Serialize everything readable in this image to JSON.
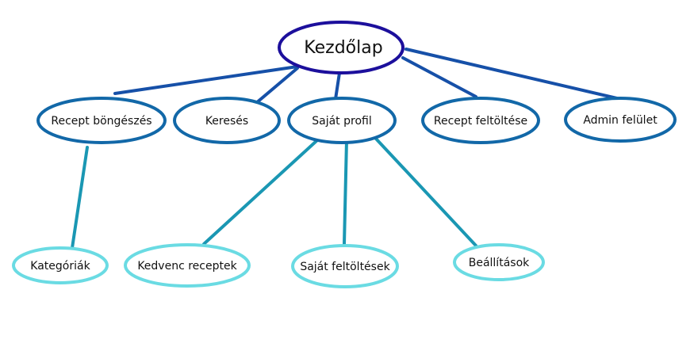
{
  "root": {
    "label": "Kezdőlap"
  },
  "level1": [
    {
      "label": "Recept böngészés"
    },
    {
      "label": "Keresés"
    },
    {
      "label": "Saját profil"
    },
    {
      "label": "Recept feltöltése"
    },
    {
      "label": "Admin felület"
    }
  ],
  "level2": [
    {
      "label": "Kategóriák"
    },
    {
      "label": "Kedvenc receptek"
    },
    {
      "label": "Saját feltöltések"
    },
    {
      "label": "Beállítások"
    }
  ],
  "colors": {
    "root_border": "#1c0f9c",
    "level1_border": "#1268a8",
    "level2_border": "#6adbe3",
    "root_edge": "#1650a8",
    "child_edge": "#1a97b3"
  }
}
